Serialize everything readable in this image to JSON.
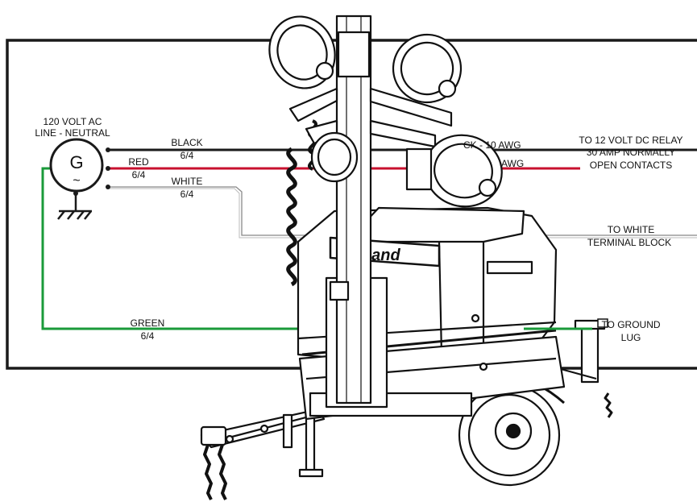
{
  "generator": {
    "label_line1": "120 VOLT AC",
    "label_line2": "LINE - NEUTRAL",
    "symbol": "G",
    "tilde": "~"
  },
  "wires": {
    "black": {
      "name": "BLACK",
      "gauge": "6/4",
      "color": "#1a1a1a"
    },
    "red": {
      "name": "RED",
      "gauge": "6/4",
      "color": "#c8102e"
    },
    "white": {
      "name": "WHITE",
      "gauge": "6/4",
      "color": "#9a9a9a"
    },
    "green": {
      "name": "GREEN",
      "gauge": "6/4",
      "color": "#1a9a3a"
    },
    "black_partial": "CK - 10 AWG",
    "red_partial": "AWG"
  },
  "destinations": {
    "relay_line1": "TO 12 VOLT DC RELAY",
    "relay_line2": "30 AMP NORMALLY",
    "relay_line3": "OPEN CONTACTS",
    "white_line1": "TO WHITE",
    "white_line2": "TERMINAL BLOCK",
    "ground_line1": "TO GROUND",
    "ground_line2": "LUG"
  },
  "equipment": {
    "brand_partial": "mand",
    "icon": "light-tower-trailer-icon"
  }
}
